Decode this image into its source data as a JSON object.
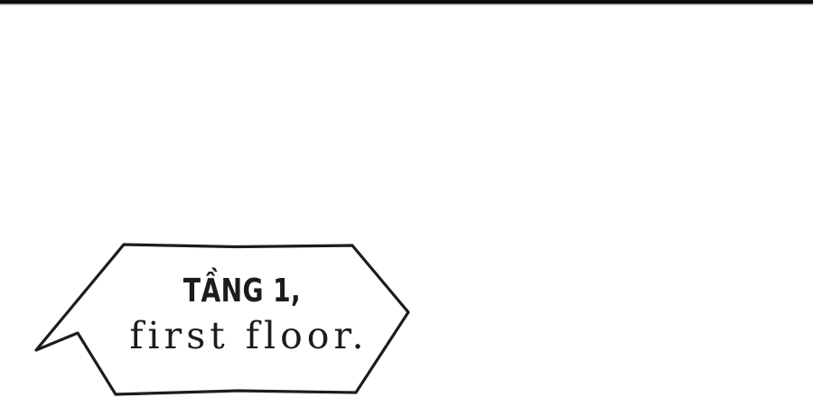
{
  "page": {
    "kind": "comic-panel"
  },
  "colors": {
    "ink": "#1c1c1c",
    "paper": "#ffffff",
    "bar": "#0d0d0d"
  },
  "speech_bubble": {
    "line1": "TẦNG 1,",
    "line2": "first floor."
  }
}
